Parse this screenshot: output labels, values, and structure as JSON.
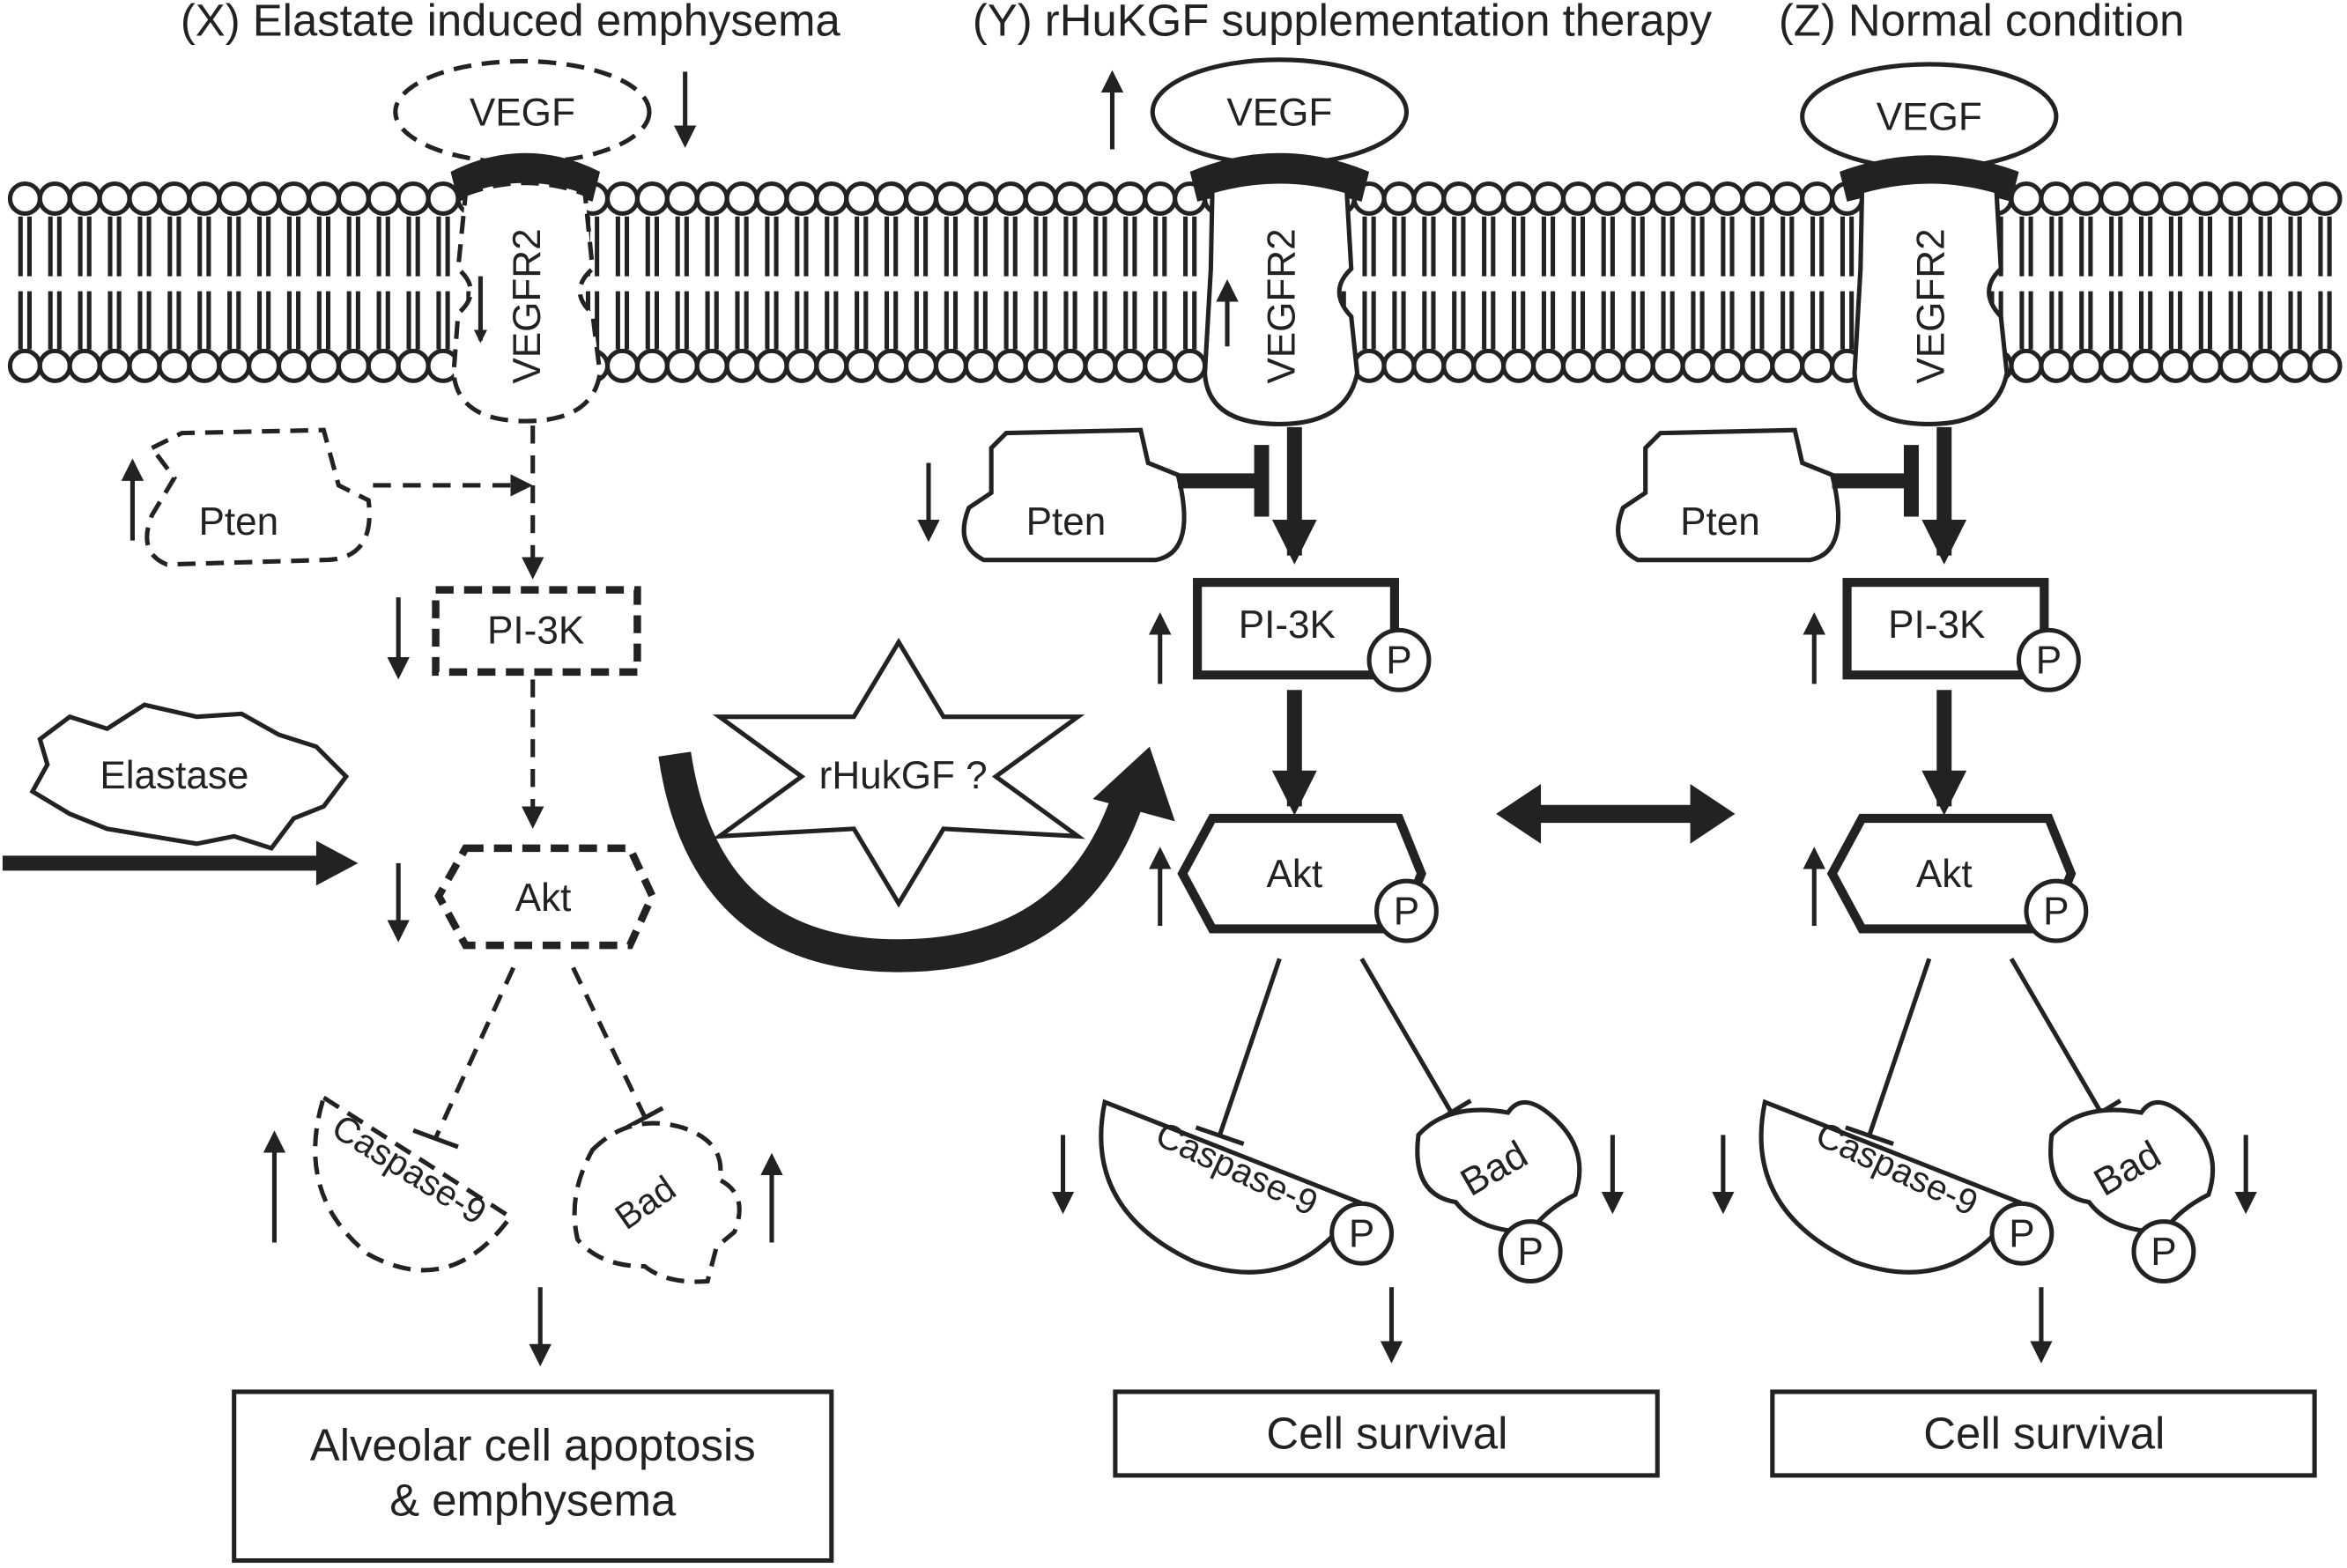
{
  "titles": {
    "x": "(X) Elastate induced emphysema",
    "y": "(Y) rHuKGF supplementation therapy",
    "z": "(Z) Normal condition"
  },
  "panel_x": {
    "vegf": "VEGF",
    "vegfr2": "VEGFR2",
    "pten": "Pten",
    "pi3k": "PI-3K",
    "akt": "Akt",
    "elastase": "Elastase",
    "caspase9": "Caspase-9",
    "bad": "Bad",
    "outcome_line1": "Alveolar cell apoptosis",
    "outcome_line2": "& emphysema"
  },
  "panel_y": {
    "vegf": "VEGF",
    "vegfr2": "VEGFR2",
    "pten": "Pten",
    "pi3k": "PI-3K",
    "akt": "Akt",
    "caspase9": "Caspase-9",
    "bad": "Bad",
    "phospho": "P",
    "rhukgf": "rHukGF ?",
    "outcome": "Cell survival"
  },
  "panel_z": {
    "vegf": "VEGF",
    "vegfr2": "VEGFR2",
    "pten": "Pten",
    "pi3k": "PI-3K",
    "akt": "Akt",
    "caspase9": "Caspase-9",
    "bad": "Bad",
    "phospho": "P",
    "outcome": "Cell survival"
  }
}
